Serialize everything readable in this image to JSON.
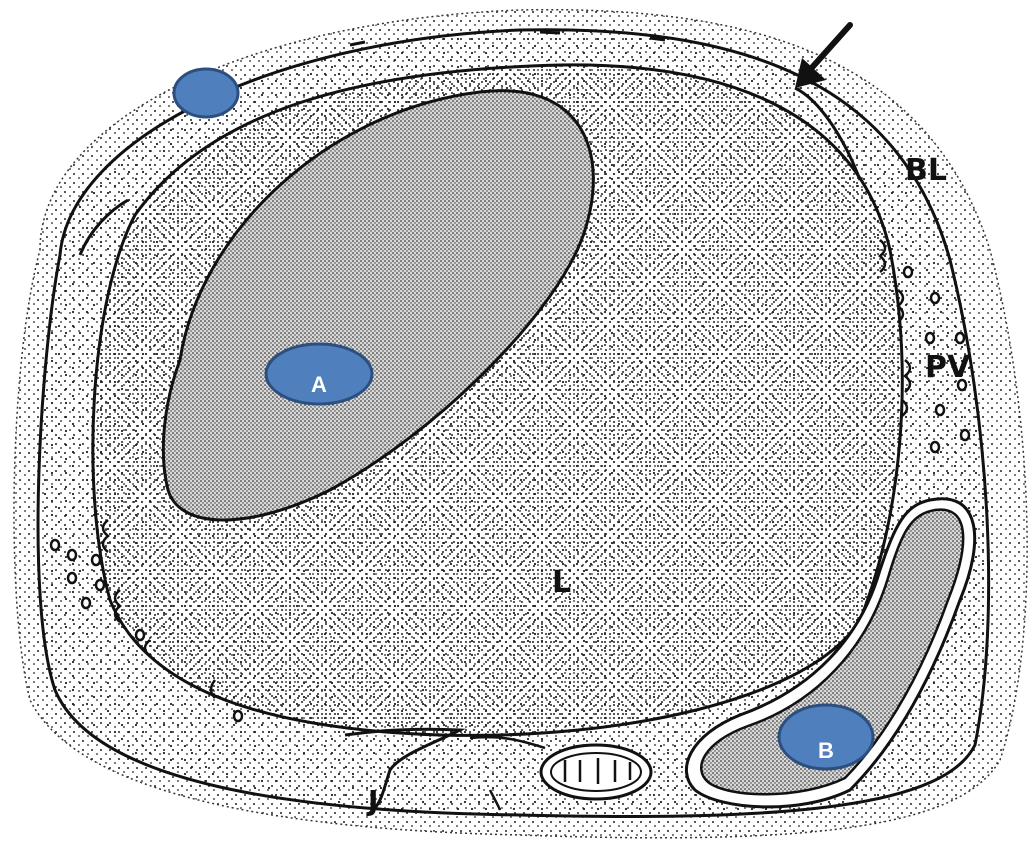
{
  "labels": {
    "bl": "BL",
    "pv": "PV",
    "l": "L",
    "j": "J"
  },
  "markers": {
    "a": "A",
    "b": "B"
  },
  "colors": {
    "ink": "#111111",
    "paper": "#ffffff",
    "marker_fill": "#4f7fbd",
    "marker_stroke": "#2c4f80"
  },
  "icons": {
    "arrow": "arrow-down-left-icon"
  }
}
